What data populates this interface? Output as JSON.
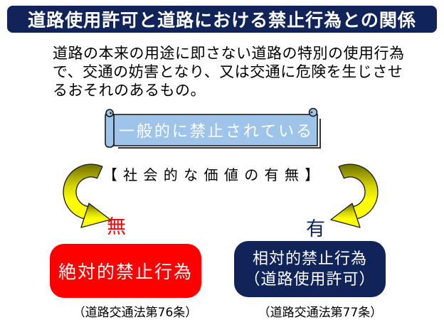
{
  "title": "道路使用許可と道路における禁止行為との関係",
  "intro": {
    "lines": [
      "道路の本来の用途に即さない道路の特別の使用行為",
      "で、交通の妨害となり、又は交通に危険を生じさせ",
      "るおそれのあるもの。"
    ]
  },
  "scroll_banner": {
    "label": "一般的に禁止されている"
  },
  "criterion_label": "【 社 会 的 な 価 値 の 有 無 】",
  "branches": {
    "left": {
      "tag": "無",
      "box_label": "絶対的禁止行為",
      "caption": "（道路交通法第76条）"
    },
    "right": {
      "tag": "有",
      "box_label_line1": "相対的禁止行為",
      "box_label_line2": "（道路使用許可）",
      "caption": "（道路交通法第77条）"
    }
  },
  "icons": {
    "left_arrow": "curved-arrow-down-right-icon",
    "right_arrow": "curved-arrow-down-left-icon"
  },
  "colors": {
    "title_bg": "#10245A",
    "title_text": "#FFFFFF",
    "scroll_fill": "#9EC4EA",
    "scroll_text": "#FFFFFF",
    "prohibit_box": "#FF0000",
    "permit_box": "#10245A",
    "tag_none": "#FF0000",
    "tag_has": "#10245A",
    "arrow_bright": "#FFFF00",
    "arrow_dark": "#6E6E00",
    "text": "#000000"
  }
}
